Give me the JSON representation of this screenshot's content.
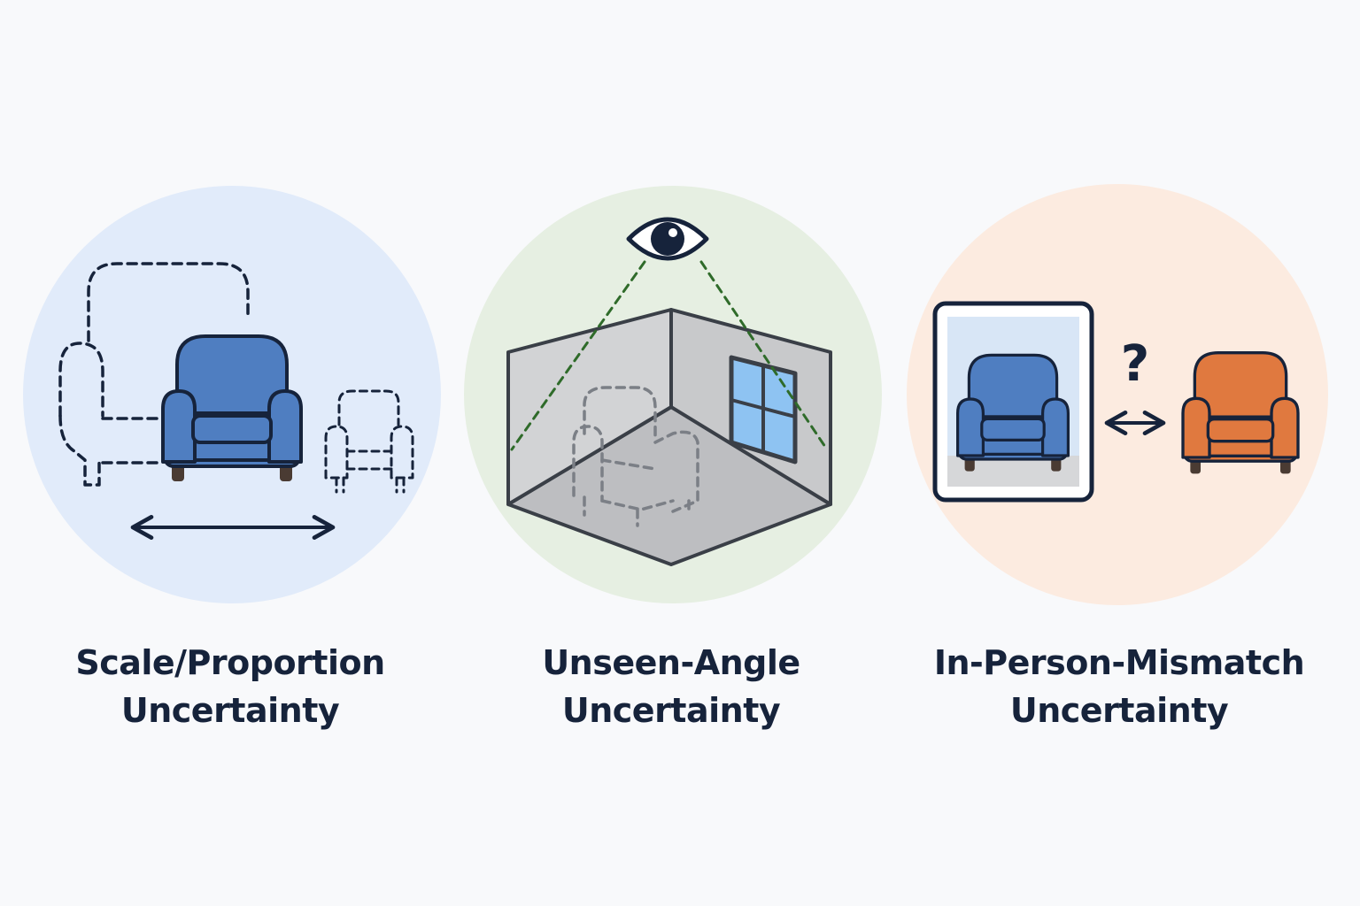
{
  "panels": [
    {
      "id": "scale",
      "caption_line1": "Scale/Proportion",
      "caption_line2": "Uncertainty",
      "circle_color": "#e1ebfa",
      "icons": [
        "armchair-icon",
        "dashed-large-armchair-icon",
        "dashed-small-armchair-icon",
        "double-arrow-icon"
      ]
    },
    {
      "id": "angle",
      "caption_line1": "Unseen-Angle",
      "caption_line2": "Uncertainty",
      "circle_color": "#e6efe2",
      "icons": [
        "eye-icon",
        "room-corner-icon",
        "window-icon",
        "dashed-armchair-icon"
      ]
    },
    {
      "id": "mismatch",
      "caption_line1": "In-Person-Mismatch",
      "caption_line2": "Uncertainty",
      "circle_color": "#fcebe0",
      "question_mark": "?",
      "icons": [
        "photo-frame-icon",
        "armchair-icon",
        "question-mark-icon",
        "double-arrow-icon",
        "orange-armchair-icon"
      ]
    }
  ],
  "colors": {
    "ink": "#16233b",
    "chair_blue": "#4f7ec1",
    "chair_orange": "#e0793f",
    "chair_legs": "#4a3b33",
    "dashed_green": "#2f6b2a",
    "window_glass": "#8ec3f2",
    "wall_gray": "#d2d3d5",
    "floor_gray": "#bdbec1"
  }
}
